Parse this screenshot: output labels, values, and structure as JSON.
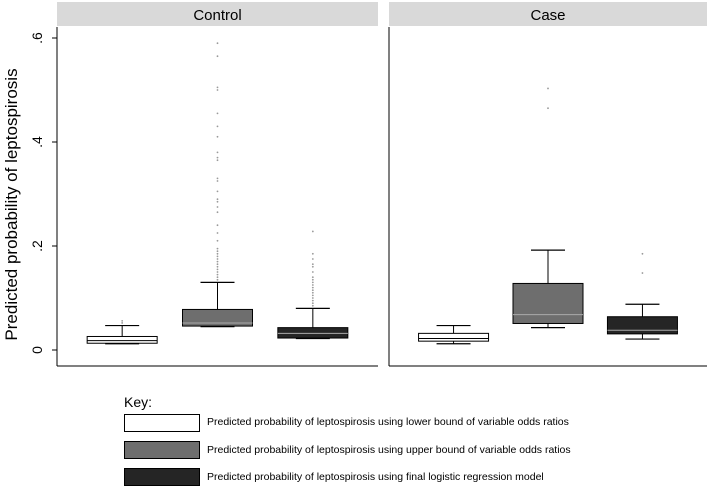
{
  "chart_data": {
    "type": "boxplot",
    "ylabel": "Predicted probability of leptospirosis",
    "ylim": [
      0,
      0.6
    ],
    "yticks": [
      {
        "value": 0,
        "label": "0"
      },
      {
        "value": 0.2,
        "label": ".2"
      },
      {
        "value": 0.4,
        "label": ".4"
      },
      {
        "value": 0.6,
        "label": ".6"
      }
    ],
    "panels": [
      {
        "label": "Control",
        "boxes": [
          {
            "series": 0,
            "whisker_low": 0.012,
            "q1": 0.013,
            "median": 0.018,
            "q3": 0.026,
            "whisker_high": 0.047,
            "outliers": [
              0.052,
              0.056
            ]
          },
          {
            "series": 1,
            "whisker_low": 0.045,
            "q1": 0.046,
            "median": 0.052,
            "q3": 0.078,
            "whisker_high": 0.13,
            "outliers": [
              0.135,
              0.14,
              0.145,
              0.15,
              0.155,
              0.16,
              0.165,
              0.17,
              0.175,
              0.18,
              0.185,
              0.19,
              0.195,
              0.21,
              0.225,
              0.24,
              0.265,
              0.275,
              0.285,
              0.29,
              0.305,
              0.325,
              0.33,
              0.365,
              0.37,
              0.38,
              0.41,
              0.43,
              0.455,
              0.5,
              0.505,
              0.565,
              0.59
            ]
          },
          {
            "series": 2,
            "whisker_low": 0.022,
            "q1": 0.023,
            "median": 0.032,
            "q3": 0.043,
            "whisker_high": 0.08,
            "outliers": [
              0.085,
              0.09,
              0.095,
              0.1,
              0.105,
              0.11,
              0.115,
              0.12,
              0.125,
              0.13,
              0.135,
              0.14,
              0.15,
              0.16,
              0.165,
              0.175,
              0.185,
              0.228
            ]
          }
        ]
      },
      {
        "label": "Case",
        "boxes": [
          {
            "series": 0,
            "whisker_low": 0.012,
            "q1": 0.017,
            "median": 0.022,
            "q3": 0.032,
            "whisker_high": 0.047,
            "outliers": []
          },
          {
            "series": 1,
            "whisker_low": 0.043,
            "q1": 0.051,
            "median": 0.068,
            "q3": 0.128,
            "whisker_high": 0.192,
            "outliers": [
              0.465,
              0.503
            ]
          },
          {
            "series": 2,
            "whisker_low": 0.021,
            "q1": 0.031,
            "median": 0.038,
            "q3": 0.064,
            "whisker_high": 0.088,
            "outliers": [
              0.148,
              0.185
            ]
          }
        ]
      }
    ],
    "series": [
      {
        "name": "Predicted probability of leptospirosis using lower bound of variable odds ratios",
        "fill": "#ffffff"
      },
      {
        "name": "Predicted probability of leptospirosis using upper bound of variable odds ratios",
        "fill": "#6e6e6e"
      },
      {
        "name": "Predicted probability of leptospirosis using final logistic regression model",
        "fill": "#252525"
      }
    ],
    "legend_title": "Key:",
    "legend_position": "bottom",
    "panel_header_color": "#d9d9d9",
    "outlier_color": "#9a9a9a"
  }
}
